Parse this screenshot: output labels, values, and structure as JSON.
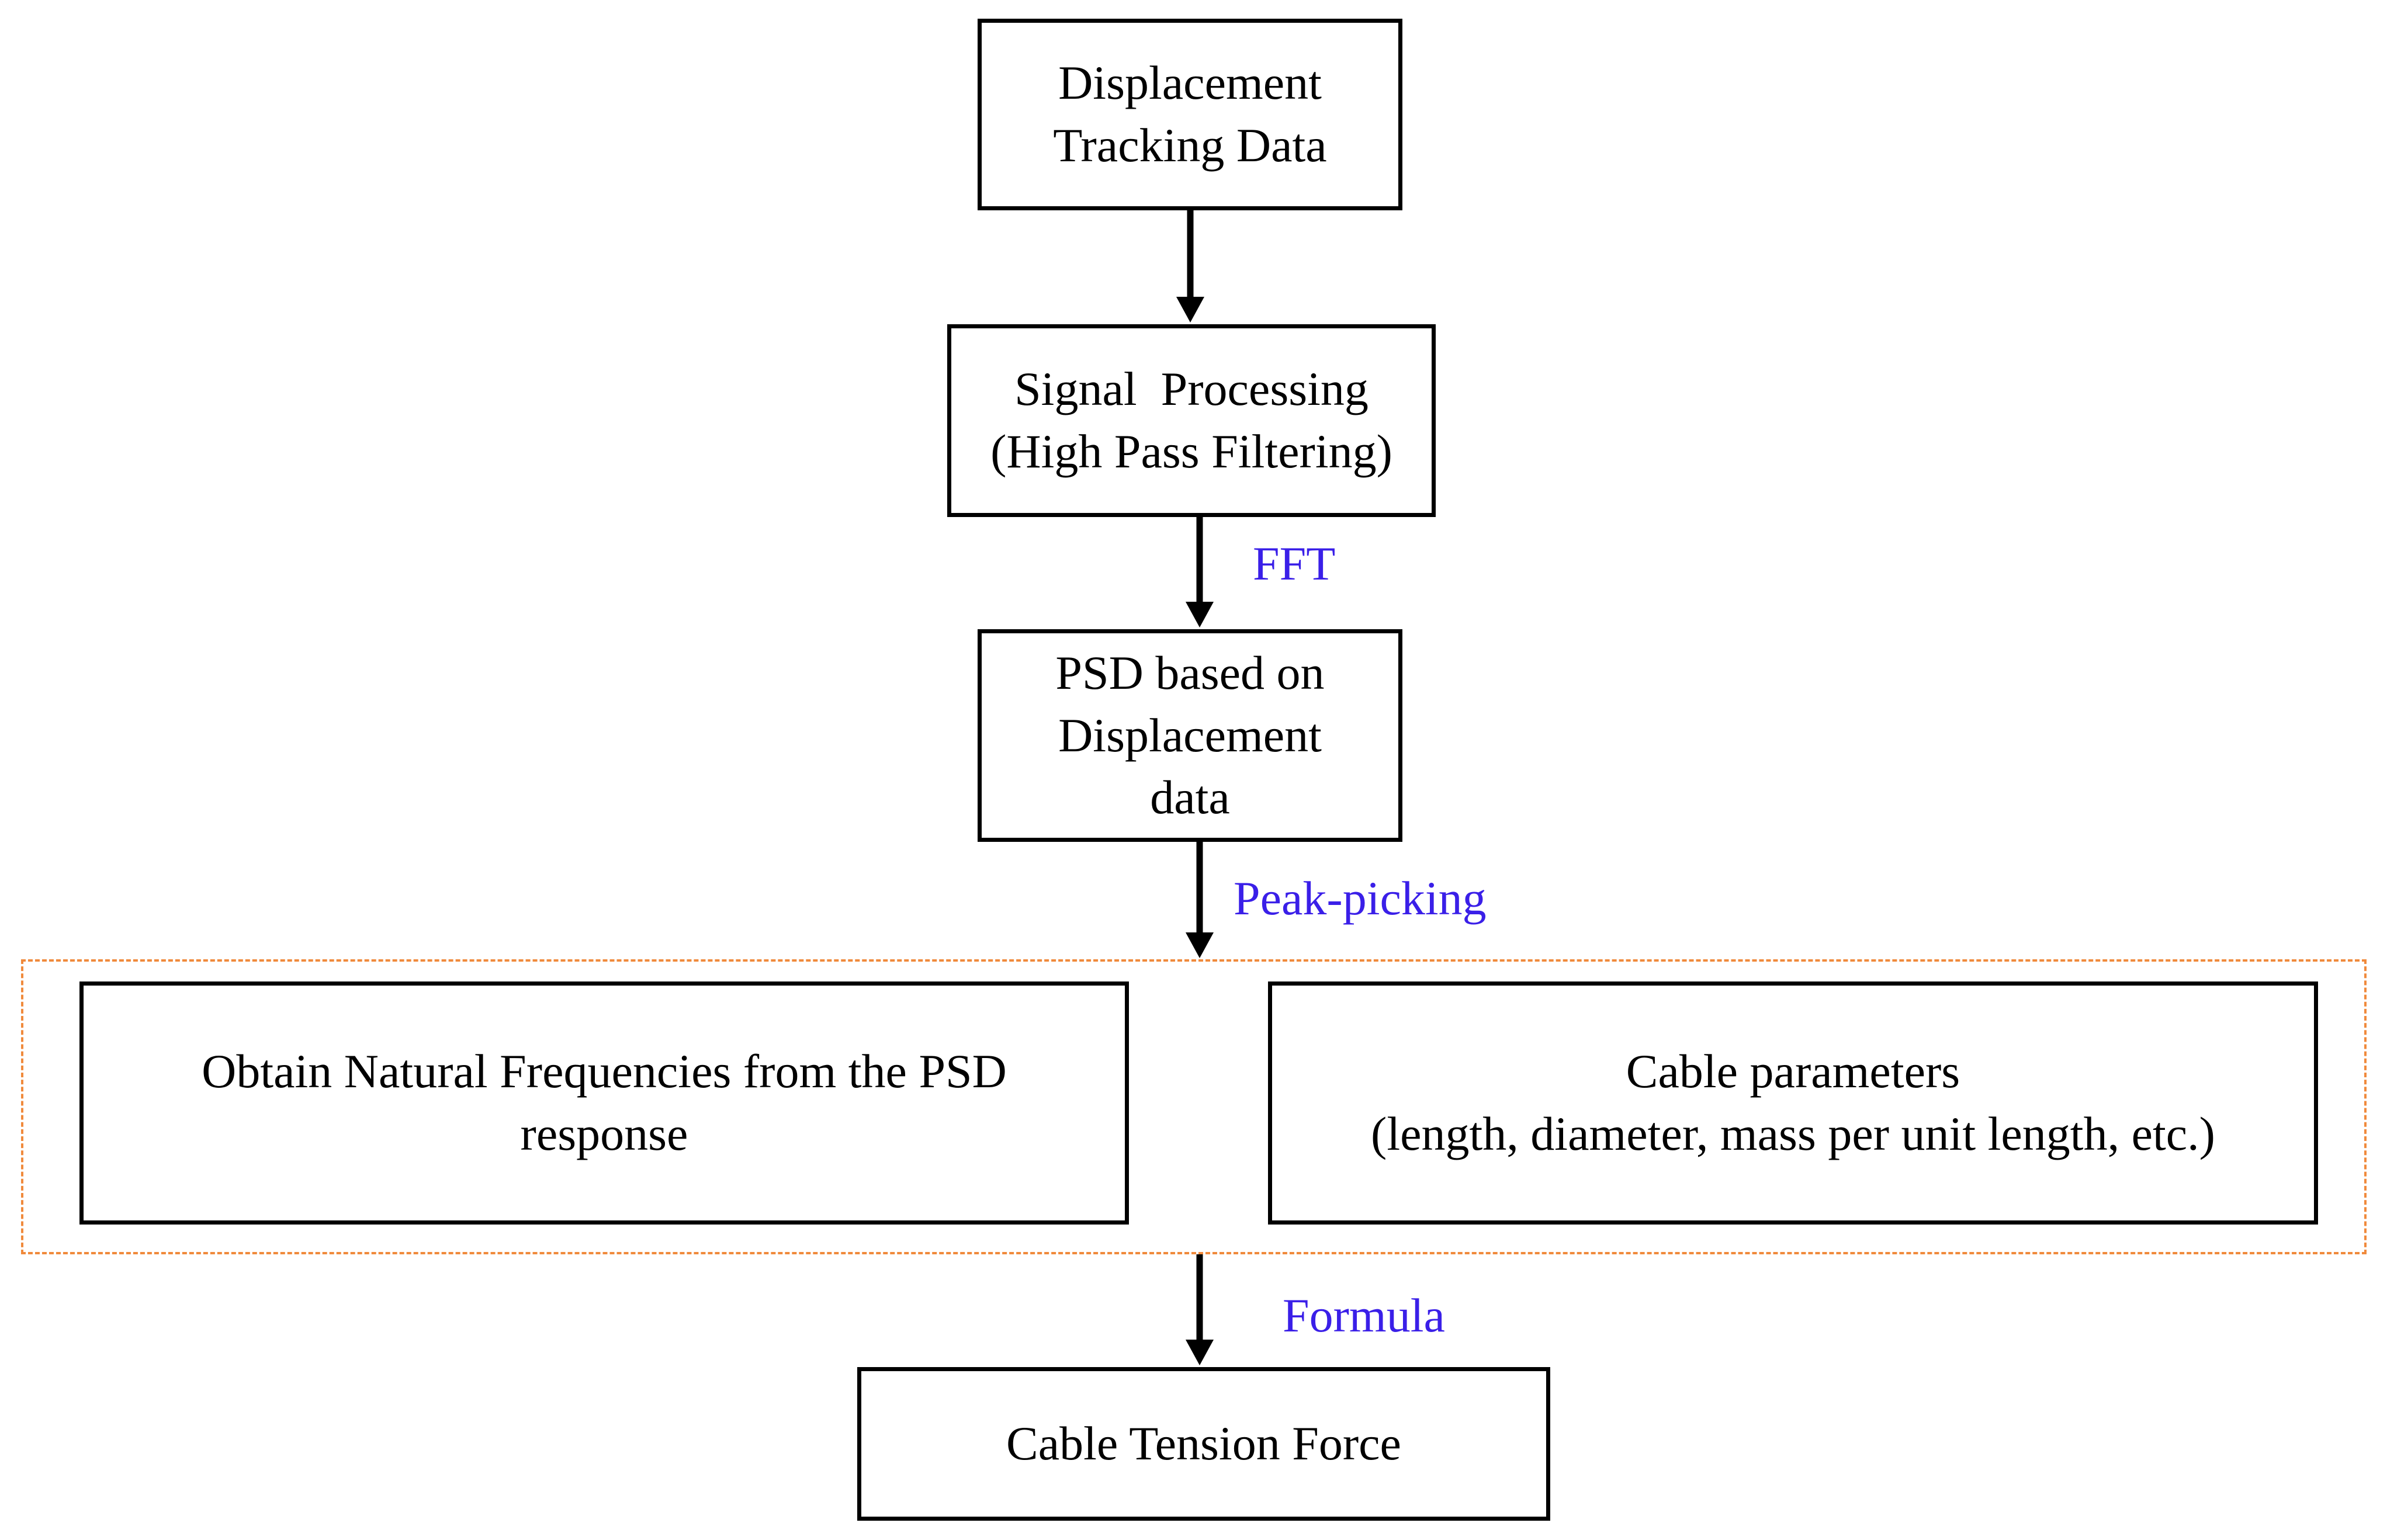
{
  "colors": {
    "box_border": "#000000",
    "arrow": "#000000",
    "edge_label": "#3a1fe8",
    "group_border": "#f08a3c",
    "background": "#ffffff"
  },
  "nodes": {
    "displacement": {
      "lines": [
        "Displacement",
        "Tracking Data"
      ]
    },
    "signal": {
      "lines": [
        "Signal  Processing",
        "(High Pass Filtering)"
      ]
    },
    "psd": {
      "lines": [
        "PSD based on",
        "Displacement",
        "data"
      ]
    },
    "natural": {
      "lines": [
        "Obtain Natural Frequencies from the PSD",
        "response"
      ]
    },
    "cable_params": {
      "lines": [
        "Cable parameters",
        "(length, diameter, mass per unit length, etc.)"
      ]
    },
    "tension": {
      "lines": [
        "Cable Tension Force"
      ]
    }
  },
  "edges": {
    "fft": "FFT",
    "peak": "Peak-picking",
    "formula": "Formula"
  }
}
